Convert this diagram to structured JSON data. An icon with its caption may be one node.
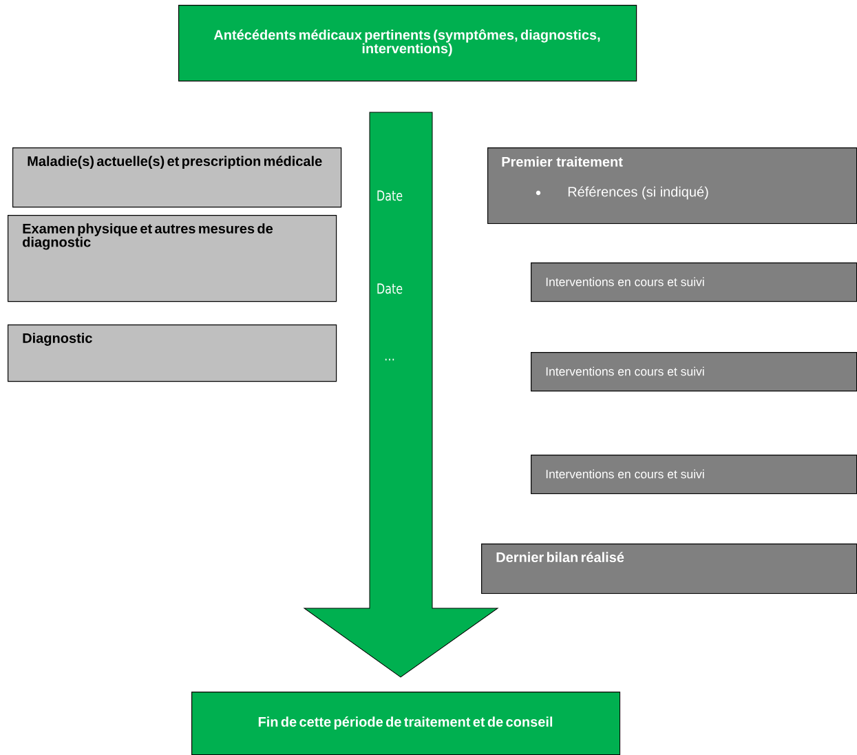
{
  "diagram": {
    "nodes": [
      {
        "text": [
          "Antécédents médicaux pertinents (symptômes, diagnostics, interventions)"
        ]
      },
      {
        "text": [
          "Maladie(s) actuelle(s) et prescription médicale"
        ]
      },
      {
        "text": [
          "Examen physique et autres mesures de diagnostic"
        ]
      },
      {
        "text": [
          "Diagnostic"
        ]
      },
      {
        "text": [
          "Date",
          "Date",
          "…"
        ]
      },
      {
        "text": [
          "Premier traitement",
          "Références (si indiqué)"
        ]
      },
      {
        "text": [
          "Interventions en cours et suivi"
        ]
      },
      {
        "text": [
          "Interventions en cours et suivi"
        ]
      },
      {
        "text": [
          "Interventions en cours et suivi"
        ]
      },
      {
        "text": [
          "Dernier bilan réalisé"
        ]
      },
      {
        "text": [
          "Fin de cette période de traitement et de conseil"
        ]
      }
    ]
  }
}
